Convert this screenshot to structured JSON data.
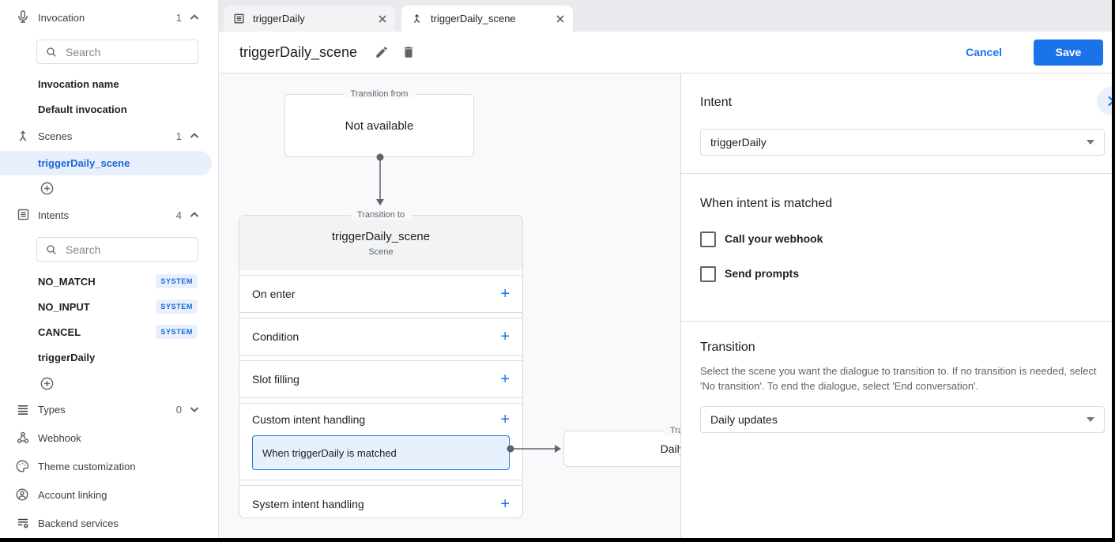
{
  "colors": {
    "accent": "#1a73e8",
    "accent_text": "#1967d2",
    "selection_bg": "#e8f0fe",
    "border": "#dadce0",
    "canvas_bg": "#f8f9fa",
    "tabstrip_bg": "#e8eaed"
  },
  "sidebar": {
    "invocation": {
      "label": "Invocation",
      "count": "1",
      "search_placeholder": "Search",
      "items": [
        "Invocation name",
        "Default invocation"
      ]
    },
    "scenes": {
      "label": "Scenes",
      "count": "1",
      "selected_item": "triggerDaily_scene"
    },
    "intents": {
      "label": "Intents",
      "count": "4",
      "search_placeholder": "Search",
      "items": [
        {
          "name": "NO_MATCH",
          "badge": "SYSTEM"
        },
        {
          "name": "NO_INPUT",
          "badge": "SYSTEM"
        },
        {
          "name": "CANCEL",
          "badge": "SYSTEM"
        },
        {
          "name": "triggerDaily"
        }
      ]
    },
    "types": {
      "label": "Types",
      "count": "0"
    },
    "webhook": {
      "label": "Webhook"
    },
    "theme": {
      "label": "Theme customization"
    },
    "account": {
      "label": "Account linking"
    },
    "backend": {
      "label": "Backend services"
    }
  },
  "tabs": {
    "tab1": "triggerDaily",
    "tab2": "triggerDaily_scene"
  },
  "toolbar": {
    "title": "triggerDaily_scene",
    "cancel_label": "Cancel",
    "save_label": "Save"
  },
  "canvas": {
    "from_box": {
      "legend": "Transition from",
      "text": "Not available"
    },
    "scene_box": {
      "legend": "Transition to",
      "title": "triggerDaily_scene",
      "subtitle": "Scene",
      "rows": {
        "on_enter": "On enter",
        "condition": "Condition",
        "slot_filling": "Slot filling",
        "custom_intent": "Custom intent handling",
        "system_intent": "System intent handling"
      },
      "matched": "When triggerDaily is matched"
    },
    "target_box": {
      "legend": "Transition to",
      "title": "Daily updates"
    }
  },
  "panel": {
    "intent": {
      "title": "Intent",
      "value": "triggerDaily"
    },
    "matched": {
      "title": "When intent is matched",
      "webhook_label": "Call your webhook",
      "prompts_label": "Send prompts"
    },
    "transition": {
      "title": "Transition",
      "description": "Select the scene you want the dialogue to transition to. If no transition is needed, select 'No transition'. To end the dialogue, select 'End conversation'.",
      "value": "Daily updates"
    }
  }
}
